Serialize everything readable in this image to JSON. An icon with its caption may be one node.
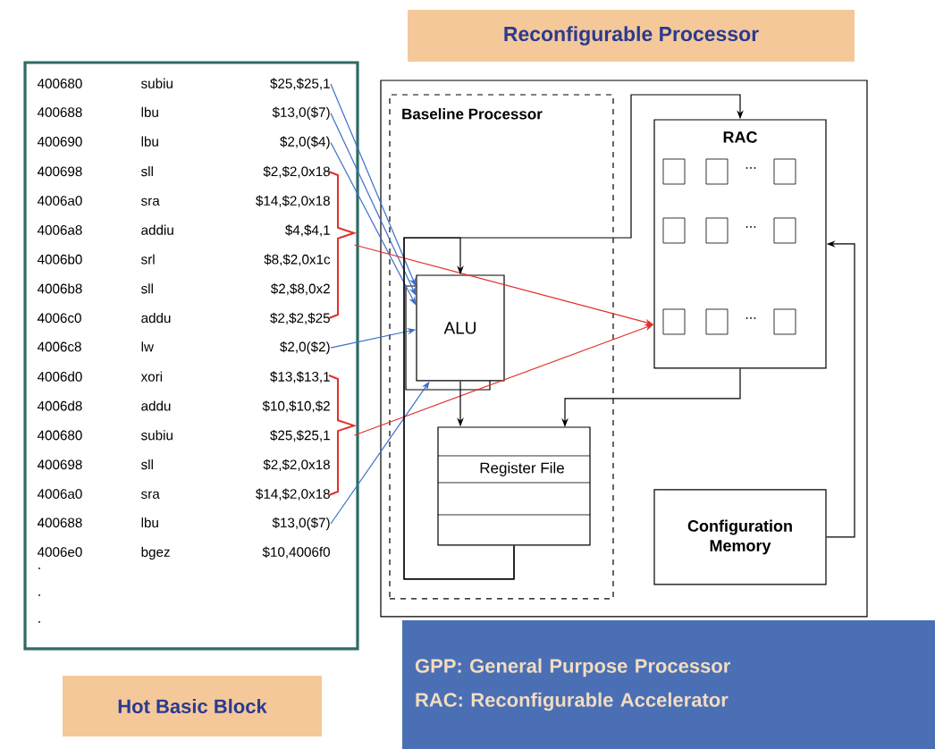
{
  "diagram": {
    "nodes": [
      {
        "text": [],
        "shape": "box"
      },
      {
        "text": [
          "400680",
          "subiu",
          "$25,$25,1"
        ],
        "in": 0
      },
      {
        "text": [
          "400688",
          "lbu",
          "$13,0($7)"
        ],
        "in": 0
      },
      {
        "text": [
          "400690",
          "lbu",
          "$2,0($4)"
        ],
        "in": 0
      },
      {
        "text": [
          "400698",
          "sll",
          "$2,$2,0x18"
        ],
        "in": 0
      },
      {
        "text": [
          "4006a0",
          "sra",
          "$14,$2,0x18"
        ],
        "in": 0
      },
      {
        "text": [
          "4006a8",
          "addiu",
          "$4,$4,1"
        ],
        "in": 0
      },
      {
        "text": [
          "4006b0",
          "srl",
          "$8,$2,0x1c"
        ],
        "in": 0
      },
      {
        "text": [
          "4006b8",
          "sll",
          "$2,$8,0x2"
        ],
        "in": 0
      },
      {
        "text": [
          "4006c0",
          "addu",
          "$2,$2,$25"
        ],
        "in": 0
      },
      {
        "text": [
          "4006c8",
          "lw",
          "$2,0($2)"
        ],
        "in": 0
      },
      {
        "text": [
          "4006d0",
          "xori",
          "$13,$13,1"
        ],
        "in": 0
      },
      {
        "text": [
          "4006d8",
          "addu",
          "$10,$10,$2"
        ],
        "in": 0
      },
      {
        "text": [
          "400680",
          "subiu",
          "$25,$25,1"
        ],
        "in": 0
      },
      {
        "text": [
          "400698",
          "sll",
          "$2,$2,0x18"
        ],
        "in": 0
      },
      {
        "text": [
          "4006a0",
          "sra",
          "$14,$2,0x18"
        ],
        "in": 0
      },
      {
        "text": [
          "400688",
          "lbu",
          "$13,0($7)"
        ],
        "in": 0
      },
      {
        "text": [
          "4006e0",
          "bgez",
          "$10,4006f0"
        ],
        "in": 0
      },
      {
        "text": [],
        "shape": "bracket",
        "in": 0
      },
      {
        "text": [],
        "shape": "bracket",
        "in": 0
      },
      {
        "text": [
          "Hot Basic Block"
        ]
      },
      {
        "text": [
          "Reconfigurable Processor"
        ]
      },
      {
        "text": [
          "Baseline Processor"
        ],
        "in": 21
      },
      {
        "text": [
          "ALU"
        ],
        "in": 22
      },
      {
        "text": [
          "Register File"
        ],
        "in": 22
      },
      {
        "text": [
          "RAC"
        ],
        "in": 21
      },
      {
        "text": [
          "Configuration Memory"
        ],
        "in": 21
      },
      {
        "text": [
          "GPP: General Purpose Processor",
          "RAC: Reconfigurable Accelerator"
        ]
      }
    ],
    "edges": [
      {
        "from": 1,
        "to": 23,
        "arrow": "to",
        "color": "#3b6fc4"
      },
      {
        "from": 2,
        "to": 23,
        "arrow": "to",
        "color": "#3b6fc4"
      },
      {
        "from": 3,
        "to": 23,
        "arrow": "to",
        "color": "#3b6fc4"
      },
      {
        "from": 10,
        "to": 23,
        "arrow": "to",
        "color": "#3b6fc4"
      },
      {
        "from": 16,
        "to": 23,
        "arrow": "to",
        "color": "#3b6fc4"
      },
      {
        "from": 18,
        "to": 25,
        "arrow": "to",
        "color": "#e0302a"
      },
      {
        "from": 19,
        "to": 25,
        "arrow": "to",
        "color": "#e0302a"
      },
      {
        "from": 24,
        "to": 25,
        "arrow": "to",
        "color": "#000000"
      },
      {
        "from": 24,
        "to": 23,
        "arrow": "to",
        "color": "#000000"
      },
      {
        "from": 23,
        "to": 24,
        "arrow": "to",
        "color": "#000000"
      },
      {
        "from": 25,
        "to": 24,
        "arrow": "to",
        "color": "#000000"
      },
      {
        "from": 26,
        "to": 25,
        "arrow": "to",
        "color": "#000000"
      }
    ],
    "labels": [
      "...",
      "...",
      "...",
      ".",
      ".",
      "."
    ]
  }
}
